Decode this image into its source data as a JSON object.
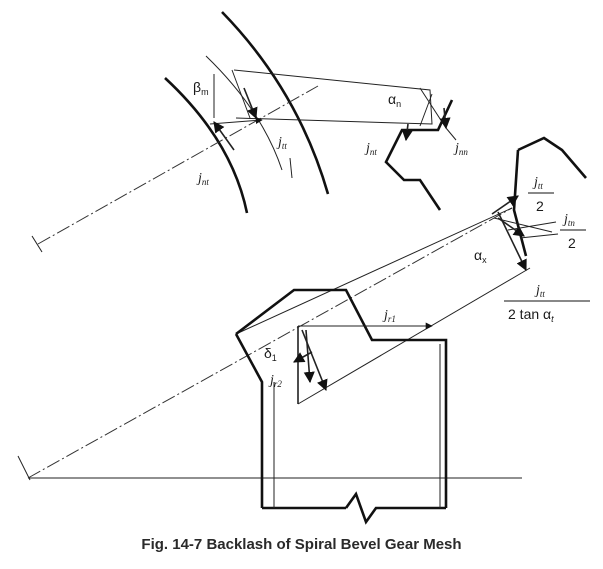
{
  "caption": "Fig. 14-7  Backlash of Spiral Bevel Gear Mesh",
  "labels": {
    "beta_m": {
      "main": "β",
      "sub": "m"
    },
    "alpha_n": {
      "main": "α",
      "sub": "n"
    },
    "j_tt": {
      "main": "j",
      "sub": "tt"
    },
    "j_nt_left": {
      "main": "j",
      "sub": "nt"
    },
    "j_nt_right": {
      "main": "j",
      "sub": "nt"
    },
    "j_nn": {
      "main": "j",
      "sub": "nn"
    },
    "j_tt_2_num": {
      "main": "j",
      "sub": "tt"
    },
    "j_tt_2_den": "2",
    "j_tn_2_num": {
      "main": "j",
      "sub": "tn"
    },
    "j_tn_2_den": "2",
    "alpha_x": {
      "main": "α",
      "sub": "x"
    },
    "j_tt_tan_num": {
      "main": "j",
      "sub": "tt"
    },
    "j_tt_tan_den": "2 tan α",
    "j_tt_tan_den_sub": "t",
    "j_r1": {
      "main": "j",
      "sub": "r1"
    },
    "delta_1": {
      "main": "δ",
      "sub": "1"
    },
    "j_r2": {
      "main": "j",
      "sub": "r2"
    }
  }
}
